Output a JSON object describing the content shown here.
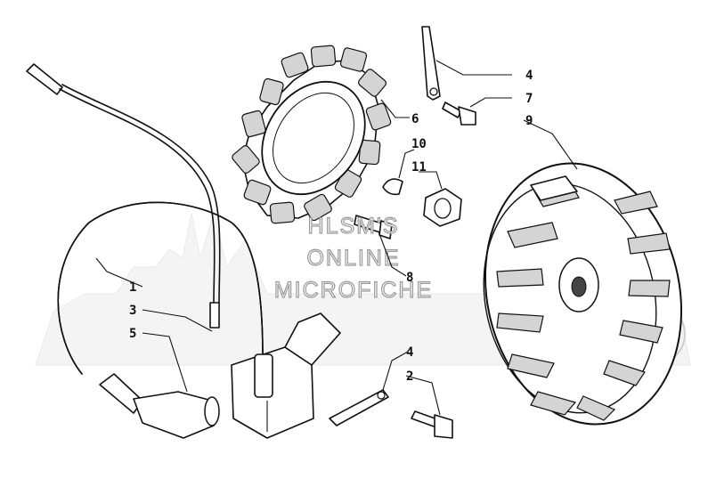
{
  "watermark": {
    "line1": "HLSM'S",
    "line2": "ONLINE",
    "line3": "MICROFICHE"
  },
  "callouts": [
    {
      "id": "c4a",
      "label": "4"
    },
    {
      "id": "c7",
      "label": "7"
    },
    {
      "id": "c9",
      "label": "9"
    },
    {
      "id": "c6",
      "label": "6"
    },
    {
      "id": "c10",
      "label": "10"
    },
    {
      "id": "c11",
      "label": "11"
    },
    {
      "id": "c8",
      "label": "8"
    },
    {
      "id": "c1",
      "label": "1"
    },
    {
      "id": "c3",
      "label": "3"
    },
    {
      "id": "c5",
      "label": "5"
    },
    {
      "id": "c4b",
      "label": "4"
    },
    {
      "id": "c2",
      "label": "2"
    }
  ]
}
